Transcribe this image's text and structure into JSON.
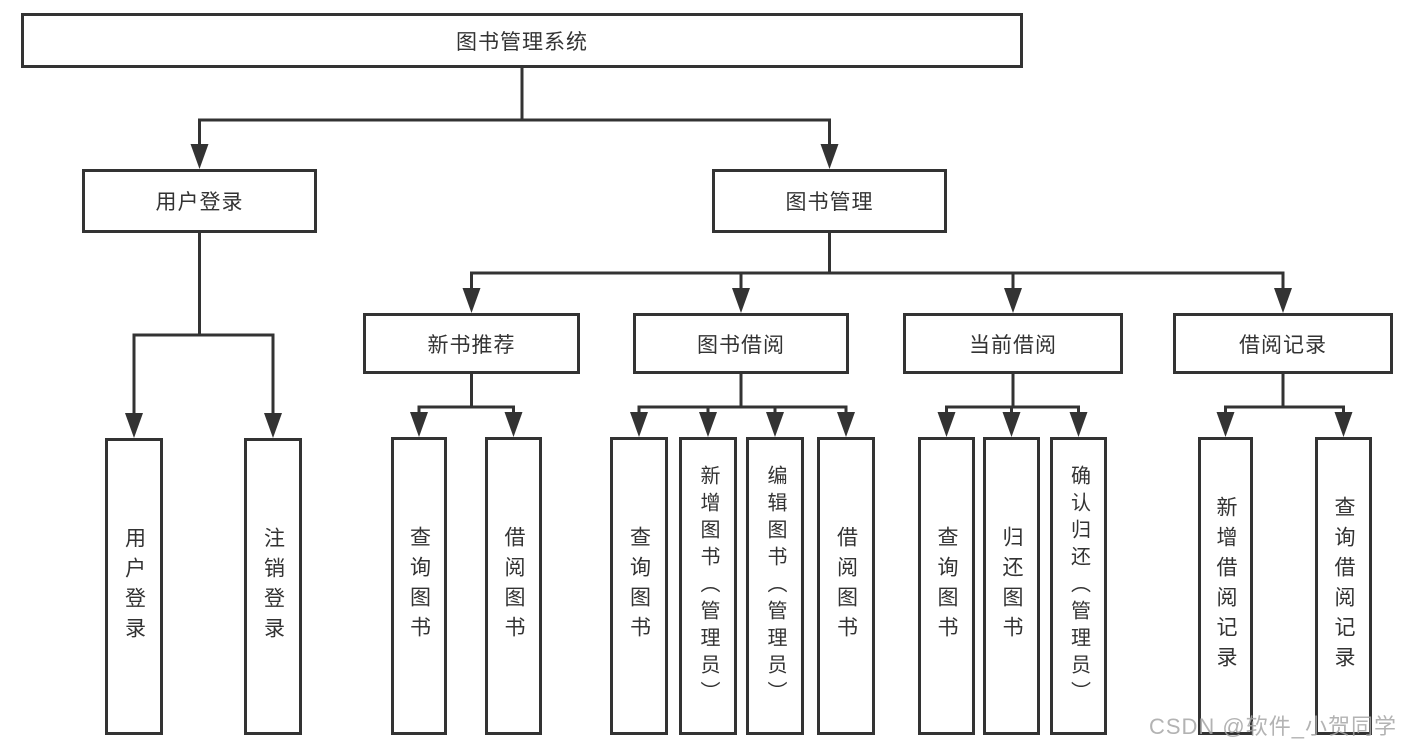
{
  "root": {
    "label": "图书管理系统"
  },
  "branches": [
    {
      "label": "用户登录",
      "children": [
        {
          "label": "用户登录"
        },
        {
          "label": "注销登录"
        }
      ]
    },
    {
      "label": "图书管理",
      "children": [
        {
          "label": "新书推荐",
          "children": [
            {
              "label": "查询图书"
            },
            {
              "label": "借阅图书"
            }
          ]
        },
        {
          "label": "图书借阅",
          "children": [
            {
              "label": "查询图书"
            },
            {
              "label": "新增图书（管理员）"
            },
            {
              "label": "编辑图书（管理员）"
            },
            {
              "label": "借阅图书"
            }
          ]
        },
        {
          "label": "当前借阅",
          "children": [
            {
              "label": "查询图书"
            },
            {
              "label": "归还图书"
            },
            {
              "label": "确认归还（管理员）"
            }
          ]
        },
        {
          "label": "借阅记录",
          "children": [
            {
              "label": "新增借阅记录"
            },
            {
              "label": "查询借阅记录"
            }
          ]
        }
      ]
    }
  ],
  "watermark": "CSDN @软件_小贺同学",
  "colors": {
    "line": "#333333",
    "text": "#333333",
    "background": "#ffffff",
    "watermark": "#a6a6a6"
  }
}
